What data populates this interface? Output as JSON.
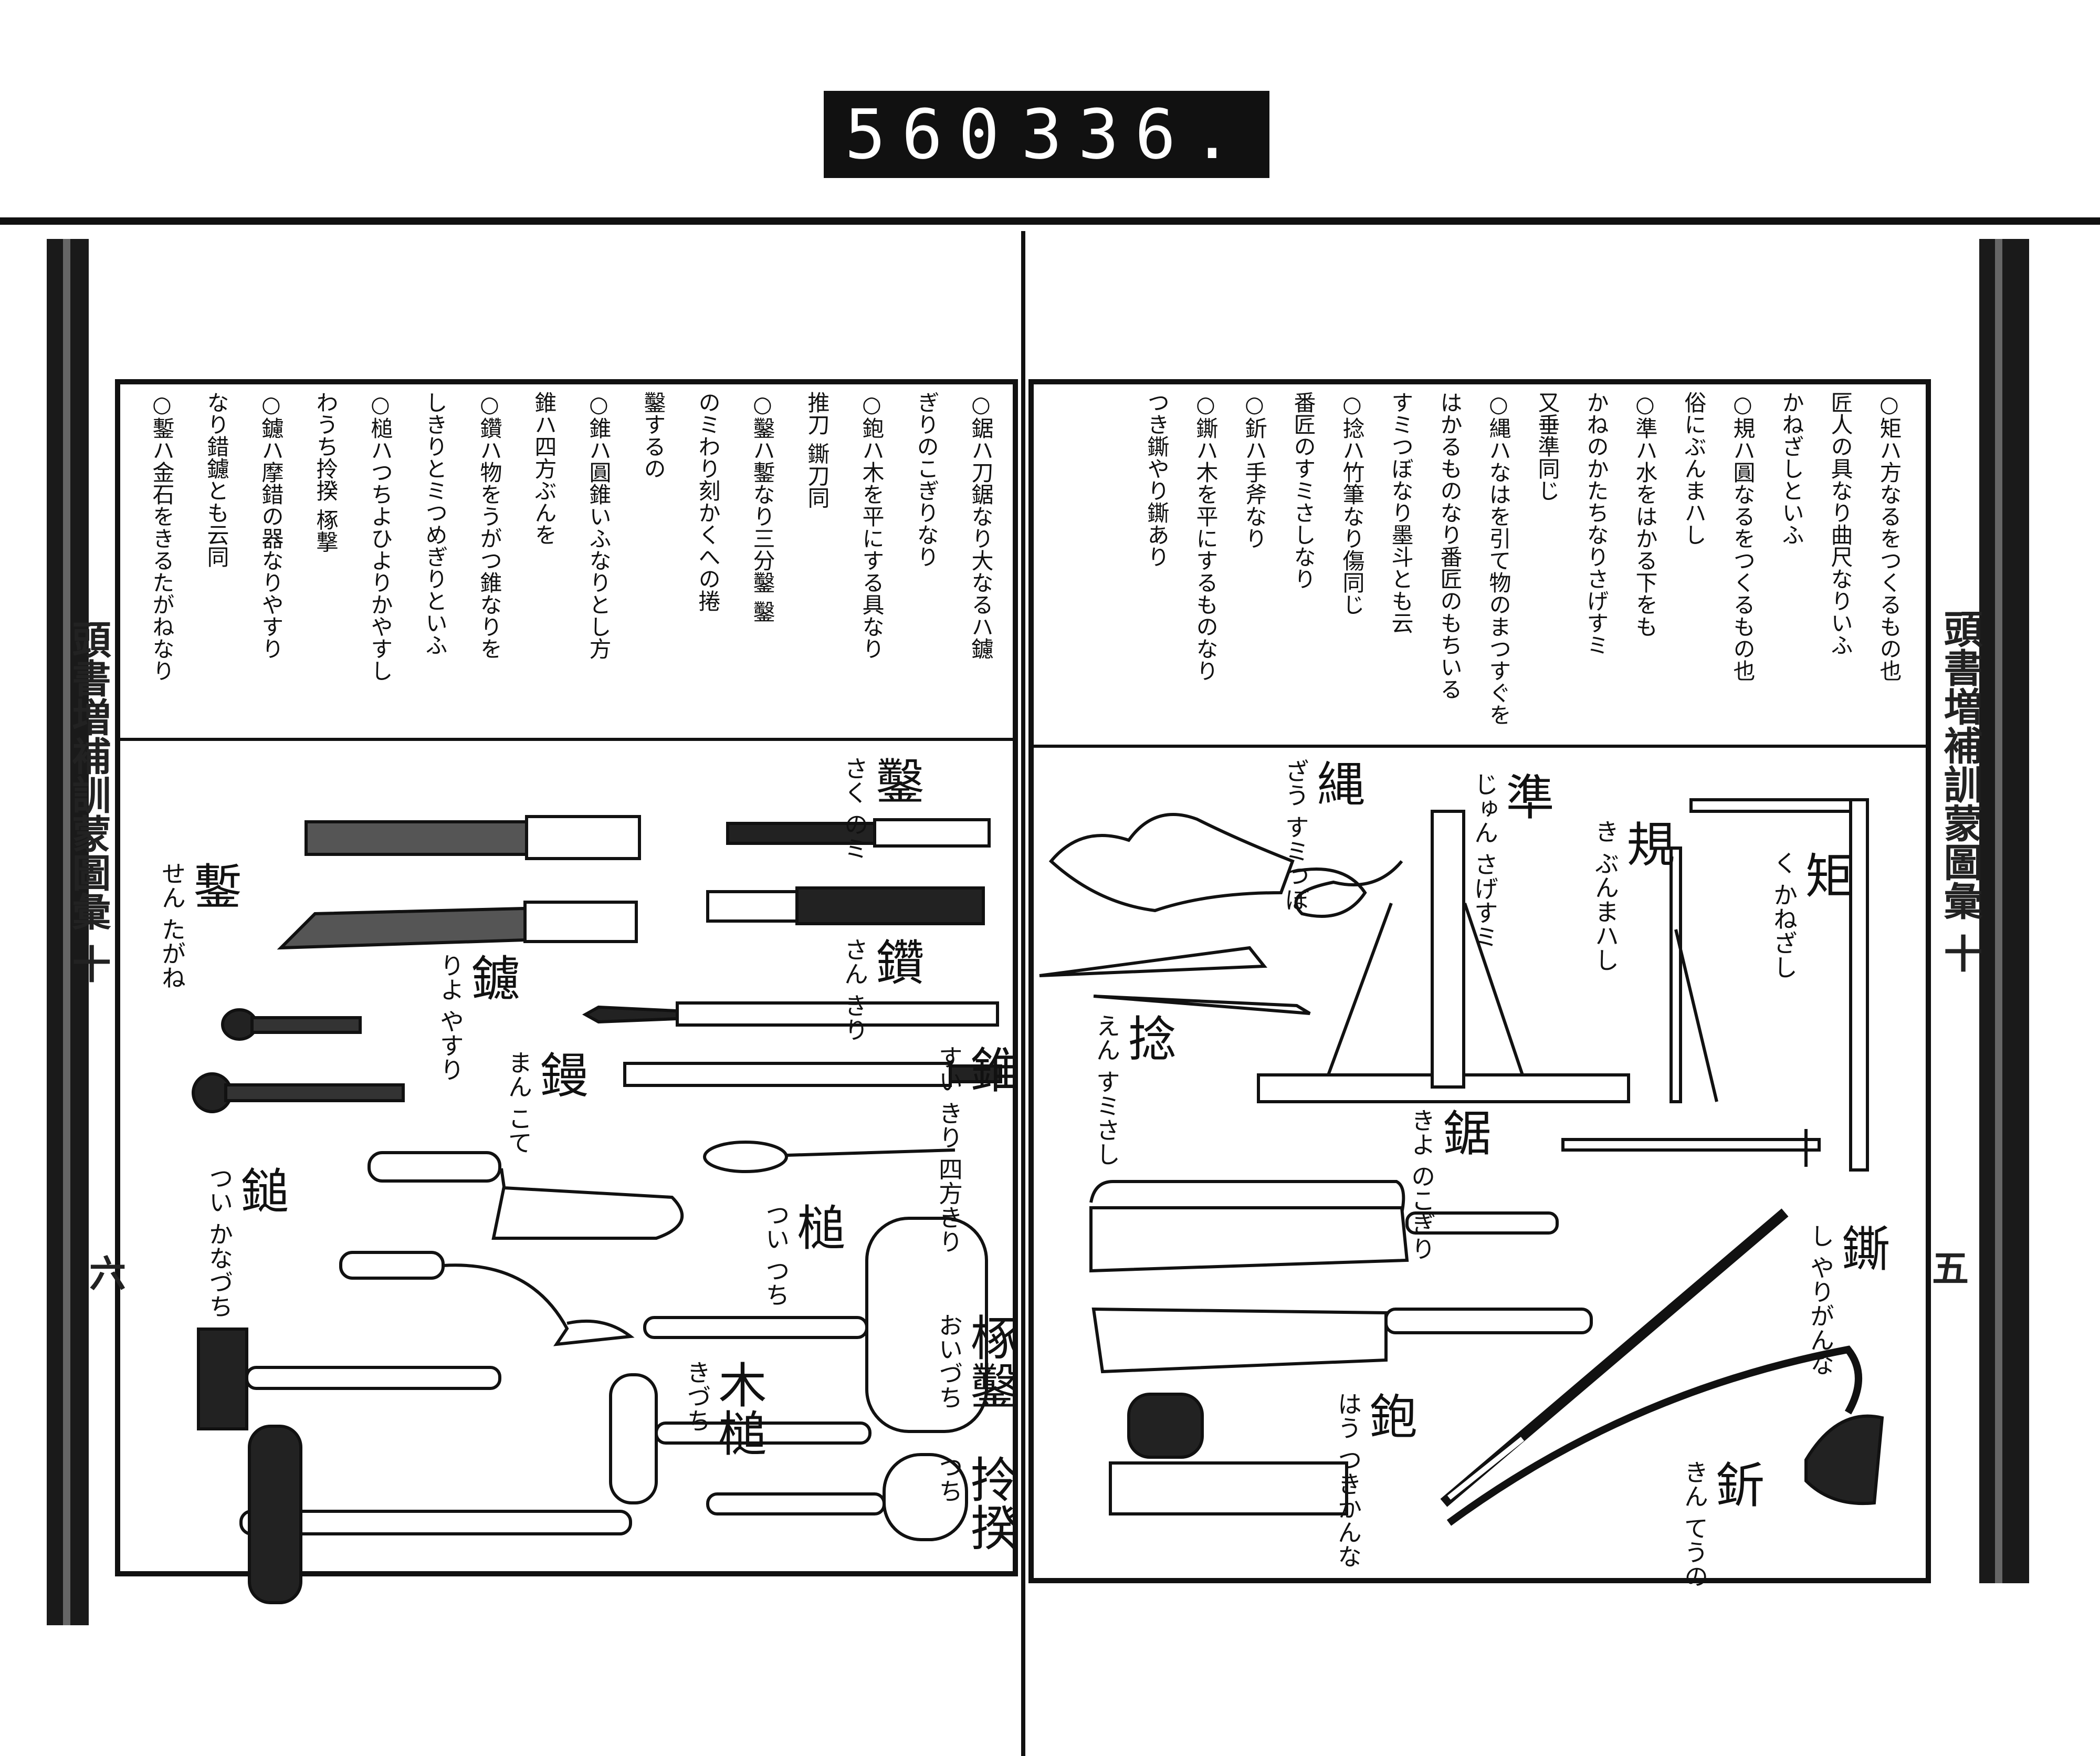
{
  "catalog_label": {
    "left": "560",
    "right": "336."
  },
  "margin": {
    "left_title": "頭書増補訓蒙圖彙 十",
    "right_title": "頭書増補訓蒙圖彙 十",
    "left_page_number": "六",
    "right_page_number": "五"
  },
  "right_page_text": [
    "○矩ハ方なるをつくるもの也",
    "匠人の具なり曲尺なりいふ",
    "かねざしといふ",
    "○規ハ圓なるをつくるもの也",
    "俗にぶんまハし",
    "○準ハ水をはかる下をも",
    "かねのかたちなりさげすミ",
    "又垂準同じ",
    "○縄ハなはを引て物のまつすぐを",
    "はかるものなり番匠のもちいる",
    "すミつぼなり墨斗とも云",
    "○捻ハ竹筆なり傷同じ",
    "番匠のすミさしなり",
    "○釿ハ手斧なり",
    "○鐁ハ木を平にするものなり",
    "つき鐁やり鐁あり"
  ],
  "left_page_text": [
    "○鋸ハ刀鋸なり大なるハ鑢",
    "ぎりのこぎりなり",
    "○鉋ハ木を平にする具なり",
    "推刀 鐁刀同",
    "○鑿ハ鏨なり三分鑿 鑿",
    "のミわり刻かくへの捲",
    "鑿するの",
    "○錐ハ圓錐いふなりとし方",
    "錐ハ四方ぶんを",
    "○鑽ハ物をうがつ錐なりを",
    "しきりとミつめぎりといふ",
    "○槌ハつちよひよりかやすし",
    "わうち拎揆 椓撃",
    "○鑢ハ摩錯の器なりやすり",
    "なり錯鑢とも云同",
    "○鏨ハ金石をきるたがねなり"
  ],
  "left_illustrations": [
    {
      "kanji": "鑿",
      "reading": "さく のミ"
    },
    {
      "kanji": "鏨",
      "reading": "せん たがね"
    },
    {
      "kanji": "鑢",
      "reading": "りよ やすり"
    },
    {
      "kanji": "鑽",
      "reading": "さん きり"
    },
    {
      "kanji": "鏝",
      "reading": "まん こて"
    },
    {
      "kanji": "錐",
      "reading": "すい きり 四方きり"
    },
    {
      "kanji": "鎚",
      "reading": "つい かなづち"
    },
    {
      "kanji": "槌",
      "reading": "つい つち"
    },
    {
      "kanji": "椓鑿",
      "reading": "おいづち"
    },
    {
      "kanji": "木槌",
      "reading": "きづち"
    },
    {
      "kanji": "拎揆",
      "reading": "つち"
    }
  ],
  "right_illustrations": [
    {
      "kanji": "縄",
      "reading": "ざう すミつぼ"
    },
    {
      "kanji": "準",
      "reading": "じゅん さげすミ"
    },
    {
      "kanji": "規",
      "reading": "き ぶんまハし"
    },
    {
      "kanji": "矩",
      "reading": "く かねざし"
    },
    {
      "kanji": "捻",
      "reading": "えん すミさし"
    },
    {
      "kanji": "鋸",
      "reading": "きよ のこぎり"
    },
    {
      "kanji": "鐁",
      "reading": "し やりがんな"
    },
    {
      "kanji": "鉋",
      "reading": "はう つきかんな"
    },
    {
      "kanji": "釿",
      "reading": "きん てうの"
    }
  ]
}
